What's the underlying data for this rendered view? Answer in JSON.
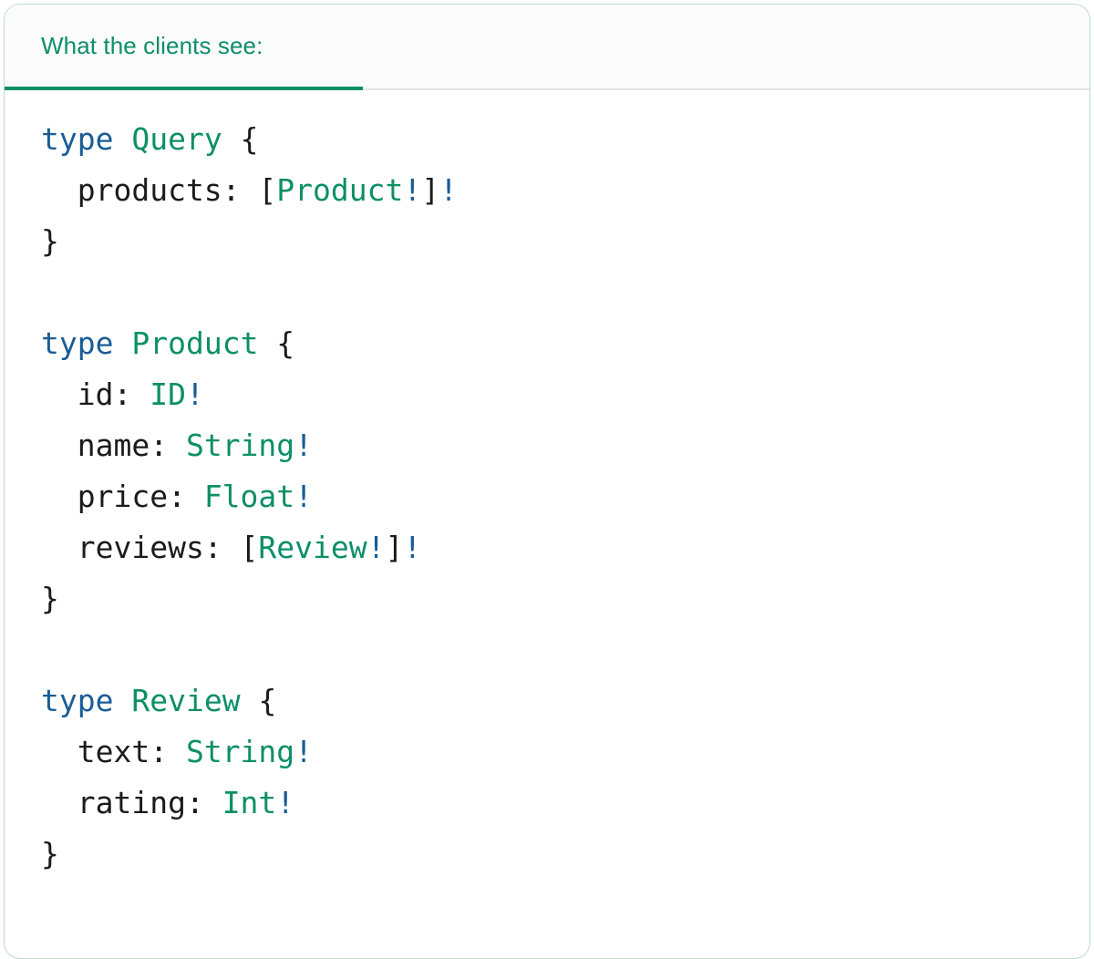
{
  "card": {
    "header": {
      "tab_label": "What the clients see:",
      "accent_color": "#0d8f66",
      "background": "#fbfbfb"
    },
    "colors": {
      "keyword": "#1a5c96",
      "type_name": "#0d8f66",
      "plain": "#1b1b1b",
      "non_null_bang": "#1a5c96",
      "card_border": "#bfdccd",
      "header_divider": "#e4e4e4"
    }
  },
  "code": {
    "language": "graphql",
    "lines": [
      {
        "id": "l1",
        "tokens": [
          {
            "t": "type",
            "c": "kw"
          },
          {
            "t": " ",
            "c": "plain"
          },
          {
            "t": "Query",
            "c": "type"
          },
          {
            "t": " {",
            "c": "plain"
          }
        ]
      },
      {
        "id": "l2",
        "tokens": [
          {
            "t": "  products: [",
            "c": "plain"
          },
          {
            "t": "Product",
            "c": "type"
          },
          {
            "t": "!",
            "c": "bang"
          },
          {
            "t": "]",
            "c": "plain"
          },
          {
            "t": "!",
            "c": "bang"
          }
        ]
      },
      {
        "id": "l3",
        "tokens": [
          {
            "t": "}",
            "c": "plain"
          }
        ]
      },
      {
        "id": "l4",
        "tokens": []
      },
      {
        "id": "l5",
        "tokens": [
          {
            "t": "type",
            "c": "kw"
          },
          {
            "t": " ",
            "c": "plain"
          },
          {
            "t": "Product",
            "c": "type"
          },
          {
            "t": " {",
            "c": "plain"
          }
        ]
      },
      {
        "id": "l6",
        "tokens": [
          {
            "t": "  id: ",
            "c": "plain"
          },
          {
            "t": "ID",
            "c": "type"
          },
          {
            "t": "!",
            "c": "bang"
          }
        ]
      },
      {
        "id": "l7",
        "tokens": [
          {
            "t": "  name: ",
            "c": "plain"
          },
          {
            "t": "String",
            "c": "type"
          },
          {
            "t": "!",
            "c": "bang"
          }
        ]
      },
      {
        "id": "l8",
        "tokens": [
          {
            "t": "  price: ",
            "c": "plain"
          },
          {
            "t": "Float",
            "c": "type"
          },
          {
            "t": "!",
            "c": "bang"
          }
        ]
      },
      {
        "id": "l9",
        "tokens": [
          {
            "t": "  reviews: [",
            "c": "plain"
          },
          {
            "t": "Review",
            "c": "type"
          },
          {
            "t": "!",
            "c": "bang"
          },
          {
            "t": "]",
            "c": "plain"
          },
          {
            "t": "!",
            "c": "bang"
          }
        ]
      },
      {
        "id": "l10",
        "tokens": [
          {
            "t": "}",
            "c": "plain"
          }
        ]
      },
      {
        "id": "l11",
        "tokens": []
      },
      {
        "id": "l12",
        "tokens": [
          {
            "t": "type",
            "c": "kw"
          },
          {
            "t": " ",
            "c": "plain"
          },
          {
            "t": "Review",
            "c": "type"
          },
          {
            "t": " {",
            "c": "plain"
          }
        ]
      },
      {
        "id": "l13",
        "tokens": [
          {
            "t": "  text: ",
            "c": "plain"
          },
          {
            "t": "String",
            "c": "type"
          },
          {
            "t": "!",
            "c": "bang"
          }
        ]
      },
      {
        "id": "l14",
        "tokens": [
          {
            "t": "  rating: ",
            "c": "plain"
          },
          {
            "t": "Int",
            "c": "type"
          },
          {
            "t": "!",
            "c": "bang"
          }
        ]
      },
      {
        "id": "l15",
        "tokens": [
          {
            "t": "}",
            "c": "plain"
          }
        ]
      }
    ]
  }
}
